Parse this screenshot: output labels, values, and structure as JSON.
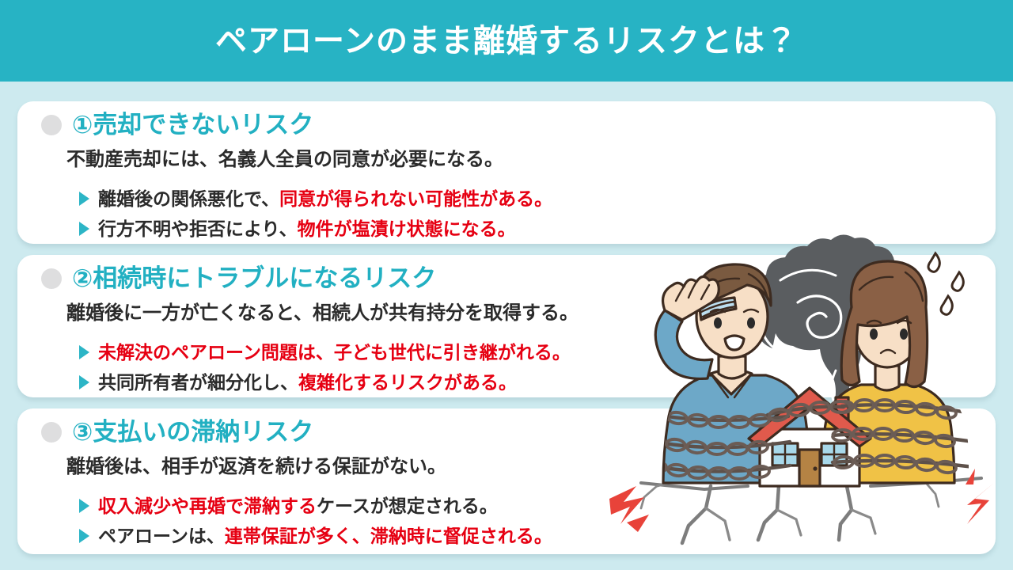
{
  "header": {
    "title": "ペアローンのまま離婚するリスクとは？",
    "bg_color": "#27b3c4",
    "text_color": "#ffffff"
  },
  "theme": {
    "page_bg": "#cdeaef",
    "card_bg": "#ffffff",
    "accent_teal": "#22b0c2",
    "highlight_red": "#e60012",
    "body_text": "#2b2b2b",
    "bullet_dot": "#dededf"
  },
  "cards": [
    {
      "marker_icon": "filled-circle-icon",
      "heading": "①売却できないリスク",
      "lead": "不動産売却には、名義人全員の同意が必要になる。",
      "bullets": [
        {
          "icon": "triangle-right-icon",
          "plain_1": "離婚後の関係悪化で、",
          "red": "同意が得られない可能性がある。",
          "plain_2": ""
        },
        {
          "icon": "triangle-right-icon",
          "plain_1": "行方不明や拒否により、",
          "red": "物件が塩漬け状態になる。",
          "plain_2": ""
        }
      ]
    },
    {
      "marker_icon": "filled-circle-icon",
      "heading": "②相続時にトラブルになるリスク",
      "lead": "離婚後に一方が亡くなると、相続人が共有持分を取得する。",
      "bullets": [
        {
          "icon": "triangle-right-icon",
          "plain_1": "",
          "red": "未解決のペアローン問題は、子ども世代に引き継がれる。",
          "plain_2": ""
        },
        {
          "icon": "triangle-right-icon",
          "plain_1": "共同所有者が細分化し、",
          "red": "複雑化するリスクがある。",
          "plain_2": ""
        }
      ]
    },
    {
      "marker_icon": "filled-circle-icon",
      "heading": "③支払いの滞納リスク",
      "lead": "離婚後は、相手が返済を続ける保証がない。",
      "bullets": [
        {
          "icon": "triangle-right-icon",
          "plain_1": "",
          "red": "収入減少や再婚で滞納する",
          "plain_2": "ケースが想定される。"
        },
        {
          "icon": "triangle-right-icon",
          "plain_1": "ペアローンは、",
          "red": "連帯保証が多く、滞納時に督促される。",
          "plain_2": ""
        }
      ]
    }
  ],
  "illustration": {
    "name": "couple-chained-to-house-illustration",
    "elements": [
      "worried-man-icon",
      "worried-woman-icon",
      "house-icon",
      "chains-icon",
      "smoke-cloud-icon",
      "lightning-bolt-icon",
      "cracked-ground-icon",
      "sweat-drops-icon"
    ],
    "colors": {
      "man_shirt": "#6da8c8",
      "woman_sweater": "#f0c246",
      "hair_brown": "#8a6045",
      "skin": "#f7dfc6",
      "chain": "#6b5c55",
      "smoke": "#5a5d60",
      "lightning": "#e8433a",
      "roof": "#e05a4c",
      "door": "#b58344",
      "window": "#a8d8ea",
      "crack": "#7d7d7d",
      "outline": "#3d2b20"
    }
  }
}
